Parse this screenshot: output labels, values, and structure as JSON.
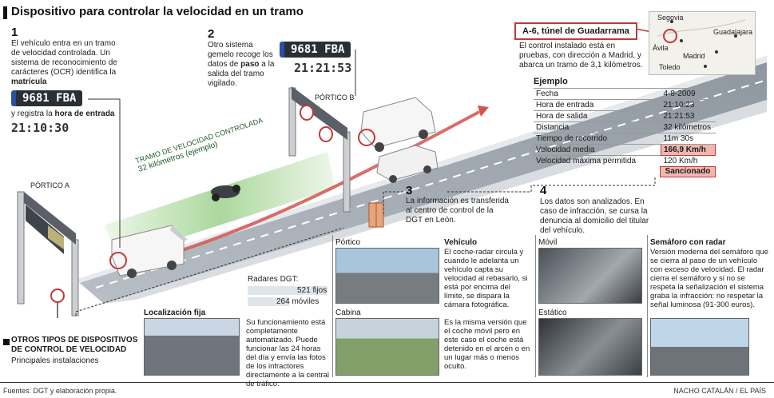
{
  "title": "Dispositivo para controlar la velocidad en un tramo",
  "step1": {
    "num": "1",
    "text_a": "El vehículo entra en un tramo de velocidad controlada. Un sistema de reconocimiento de carácteres (OCR) identifica la",
    "bold_a": "matrícula",
    "text_b": "y registra la",
    "bold_b": "hora de entrada",
    "plate": "9681 FBA",
    "time": "21:10:30"
  },
  "step2": {
    "num": "2",
    "text_a": "Otro sistema gemelo recoge los datos de",
    "bold": "paso",
    "text_b": "a la salida del tramo vigilado.",
    "plate": "9681 FBA",
    "time": "21:21:53"
  },
  "step3": {
    "num": "3",
    "text": "La información es transferida al centro de control de la DGT en León."
  },
  "step4": {
    "num": "4",
    "text": "Los datos son analizados. En caso de infracción, se cursa la denuncia al domicilio del titular del vehículo."
  },
  "scene": {
    "portico_a": "PÓRTICO A",
    "portico_b": "PÓRTICO B",
    "tramo_1": "TRAMO DE VELOCIDAD CONTROLADA",
    "tramo_2": "32 kilómetros (ejemplo)"
  },
  "location": {
    "label": "A-6, túnel de Guadarrama",
    "text": "El control instalado está en pruebas, con dirección a Madrid, y abarca un tramo de 3,1 kilómetros."
  },
  "map": {
    "cities": [
      "Segovia",
      "Guadalajara",
      "Ávila",
      "Madrid",
      "Toledo"
    ]
  },
  "example": {
    "title": "Ejemplo",
    "rows": [
      {
        "label": "Fecha",
        "value": "4-8-2009"
      },
      {
        "label": "Hora de entrada",
        "value": "21:10:23"
      },
      {
        "label": "Hora de salida",
        "value": "21:21:53"
      },
      {
        "label": "Distancia",
        "value": "32 kilómetros"
      },
      {
        "label": "Tiempo de recorrido",
        "value": "11m 30s"
      },
      {
        "label": "Velocidad media",
        "value": "166,9 Km/h"
      },
      {
        "label": "Velocidad máxima permitida",
        "value": "120 Km/h"
      }
    ],
    "result": "Sancionado"
  },
  "others": {
    "title_1": "OTROS TIPOS DE DISPOSITIVOS",
    "title_2": "DE CONTROL DE VELOCIDAD",
    "sub": "Principales instalaciones"
  },
  "radares": {
    "title": "Radares DGT:",
    "fijos": "521 fijos",
    "moviles": "264 móviles",
    "fijos_n": 521,
    "moviles_n": 264
  },
  "fija": {
    "title": "Localización fija",
    "text": "Su funcionamiento está completamente automatizado. Puede funcionar las 24 horas del día y envía las fotos de los infractores directamente a la central de tráfico."
  },
  "photos": {
    "portico": "Pórtico",
    "cabina": "Cabina",
    "movil": "Móvil",
    "estatico": "Estático"
  },
  "vehiculo": {
    "title": "Vehículo",
    "text_1": "El coche-radar circula y cuando le adelanta un vehículo capta su velocidad al rebasarlo, si está por encima del límite, se dispara la cámara fotográfica.",
    "text_2": "Es la misma versión que el coche móvil pero en este caso el coche está detenido en el arcén o en un lugar más o menos oculto."
  },
  "semaforo": {
    "title": "Semáforo con radar",
    "text": "Versión moderna del semáforo que se cierra al paso de un vehículo con exceso de velocidad. El radar cierra el semáforo y si no se respeta la señalización el sistema graba la infracción: no respetar la señal luminosa (91-300 euros)."
  },
  "footer": {
    "sources": "Fuentes: DGT y elaboración propia.",
    "credit": "NACHO CATALÁN / EL PAÍS"
  },
  "colors": {
    "accent": "#c0393a",
    "road": "#9aa2ab",
    "green": "#7cbf6a"
  }
}
